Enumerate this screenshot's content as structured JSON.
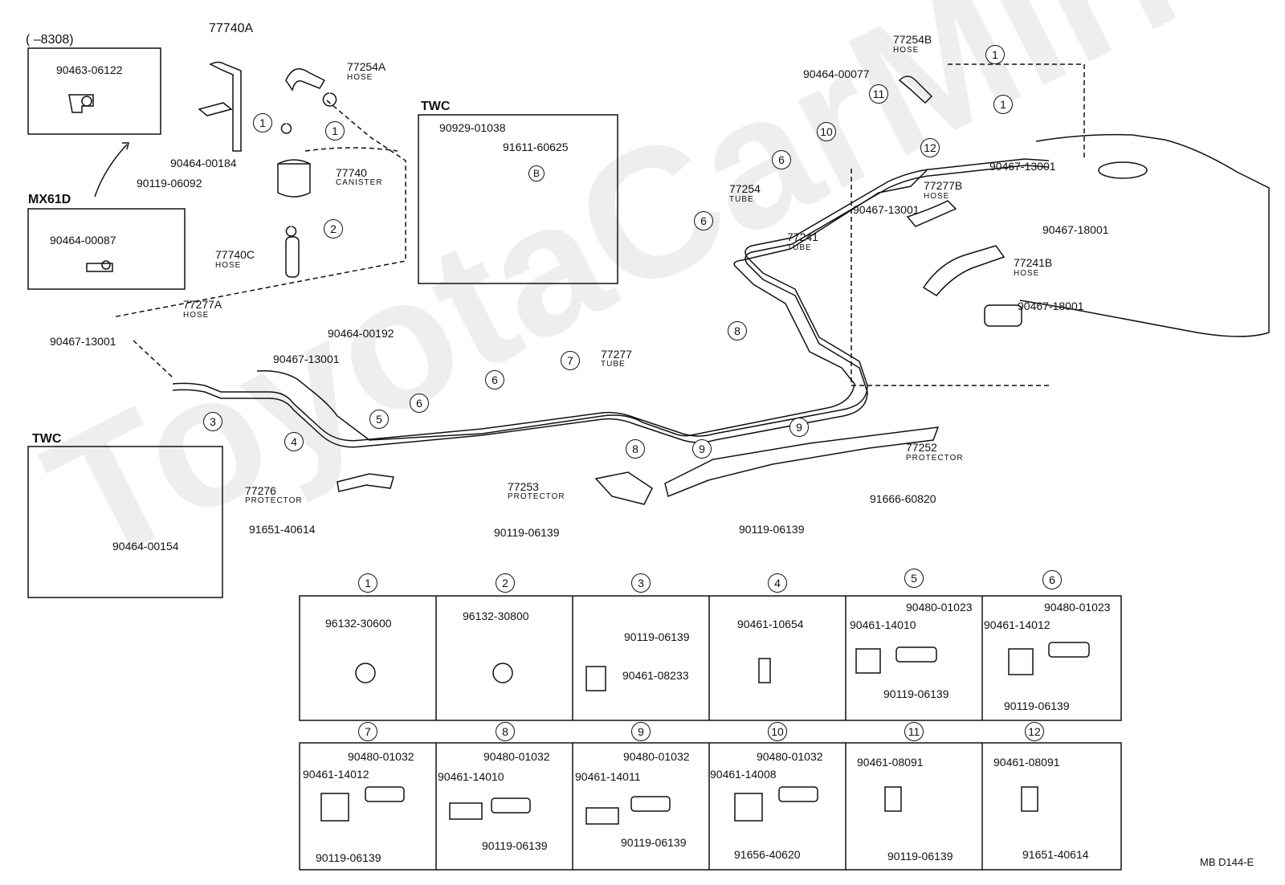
{
  "watermark": "ToyotaCarMirror.ru",
  "footer_code": "MB D144-E",
  "insets": {
    "top_left_range": "( –8308)",
    "top_left_part": "90463-06122",
    "mx61d_label": "MX61D",
    "mx61d_part": "90464-00087",
    "twc_top_label": "TWC",
    "twc_top_parts": [
      "90929-01038",
      "91611-60625"
    ],
    "twc_top_marker": "B",
    "twc_bottom_label": "TWC",
    "twc_bottom_part": "90464-00154"
  },
  "parts": {
    "p77740A": "77740A",
    "p77254A": "77254A",
    "hose": "HOSE",
    "p90464_00184": "90464-00184",
    "p90119_06092": "90119-06092",
    "p77740": "77740",
    "canister": "CANISTER",
    "p77740C": "77740C",
    "p77277A": "77277A",
    "p90467_13001_a": "90467-13001",
    "p90467_13001_b": "90467-13001",
    "p90464_00192": "90464-00192",
    "p77277": "77277",
    "tube": "TUBE",
    "p77276": "77276",
    "protector": "PROTECTOR",
    "p91651_40614": "91651-40614",
    "p77253": "77253",
    "p90119_06139_a": "90119-06139",
    "p90119_06139_b": "90119-06139",
    "p77252": "77252",
    "p91666_60820": "91666-60820",
    "p77254B": "77254B",
    "p90464_00077": "90464-00077",
    "p77254": "77254",
    "p77241": "77241",
    "p90467_13001_c": "90467-13001",
    "p90467_13001_d": "90467-13001",
    "p77277B": "77277B",
    "p90467_18001_a": "90467-18001",
    "p77241B": "77241B",
    "p90467_18001_b": "90467-18001"
  },
  "callouts": {
    "c1": "1",
    "c2": "2",
    "c3": "3",
    "c4": "4",
    "c5": "5",
    "c6": "6",
    "c7": "7",
    "c8": "8",
    "c9": "9",
    "c10": "10",
    "c11": "11",
    "c12": "12"
  },
  "detail_table": [
    {
      "num": "1",
      "parts": [
        "96132-30600"
      ]
    },
    {
      "num": "2",
      "parts": [
        "96132-30800"
      ]
    },
    {
      "num": "3",
      "parts": [
        "90119-06139",
        "90461-08233"
      ]
    },
    {
      "num": "4",
      "parts": [
        "90461-10654"
      ]
    },
    {
      "num": "5",
      "parts": [
        "90480-01023",
        "90461-14010",
        "90119-06139"
      ]
    },
    {
      "num": "6",
      "parts": [
        "90480-01023",
        "90461-14012",
        "90119-06139"
      ]
    },
    {
      "num": "7",
      "parts": [
        "90480-01032",
        "90461-14012",
        "90119-06139"
      ]
    },
    {
      "num": "8",
      "parts": [
        "90480-01032",
        "90461-14010",
        "90119-06139"
      ]
    },
    {
      "num": "9",
      "parts": [
        "90480-01032",
        "90461-14011",
        "90119-06139"
      ]
    },
    {
      "num": "10",
      "parts": [
        "90480-01032",
        "90461-14008",
        "91656-40620"
      ]
    },
    {
      "num": "11",
      "parts": [
        "90461-08091",
        "90119-06139"
      ]
    },
    {
      "num": "12",
      "parts": [
        "90461-08091",
        "91651-40614"
      ]
    }
  ]
}
